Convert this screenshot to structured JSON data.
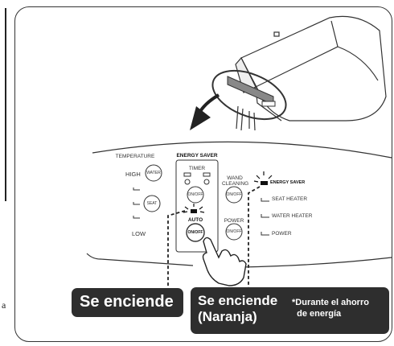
{
  "page_letter": "a",
  "panel": {
    "temperature": "TEMPERATURE",
    "high": "HIGH",
    "water": "WATER",
    "seat": "SEAT",
    "low": "LOW",
    "energy_saver": "ENERGY SAVER",
    "timer": "TIMER",
    "timer_on_off": "ON/OFF",
    "auto": "AUTO",
    "auto_on_off": "ON/OFF",
    "wand_cleaning": "WAND CLEANING",
    "wand_on_off": "ON/OFF",
    "power": "POWER",
    "power_on_off": "ON/OFF",
    "indicator_energy_saver": "ENERGY SAVER",
    "seat_heater": "SEAT HEATER",
    "water_heater": "WATER HEATER",
    "indicator_power": "POWER"
  },
  "callouts": {
    "lights_on": "Se enciende",
    "lights_on_orange": "Se enciende\n(Naranja)",
    "note": "*Durante el ahorro\n  de energía"
  },
  "colors": {
    "callout_bg": "#2e2e2e",
    "line": "#333333"
  }
}
